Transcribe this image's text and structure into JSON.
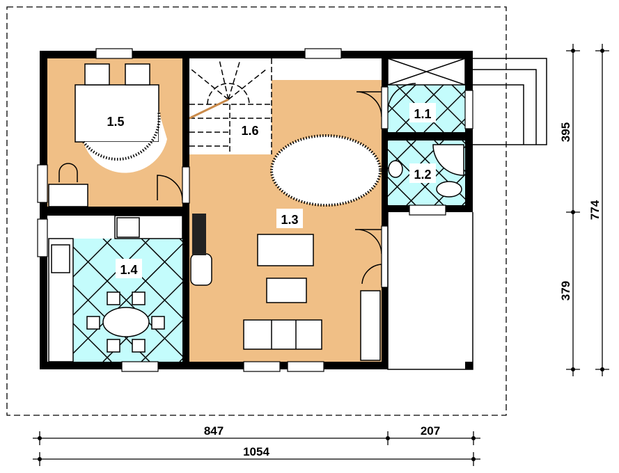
{
  "plan": {
    "colors": {
      "living_floor": "#f0bf86",
      "tiled_floor": "#c4fcfc",
      "walls": "#000000"
    },
    "rooms": [
      {
        "id": "1.1",
        "label": "1.1"
      },
      {
        "id": "1.2",
        "label": "1.2"
      },
      {
        "id": "1.3",
        "label": "1.3"
      },
      {
        "id": "1.4",
        "label": "1.4"
      },
      {
        "id": "1.5",
        "label": "1.5"
      },
      {
        "id": "1.6",
        "label": "1.6"
      }
    ],
    "dimensions": {
      "right_upper": "395",
      "right_lower": "379",
      "right_total": "774",
      "bottom_main": "847",
      "bottom_side": "207",
      "bottom_total": "1054"
    }
  }
}
